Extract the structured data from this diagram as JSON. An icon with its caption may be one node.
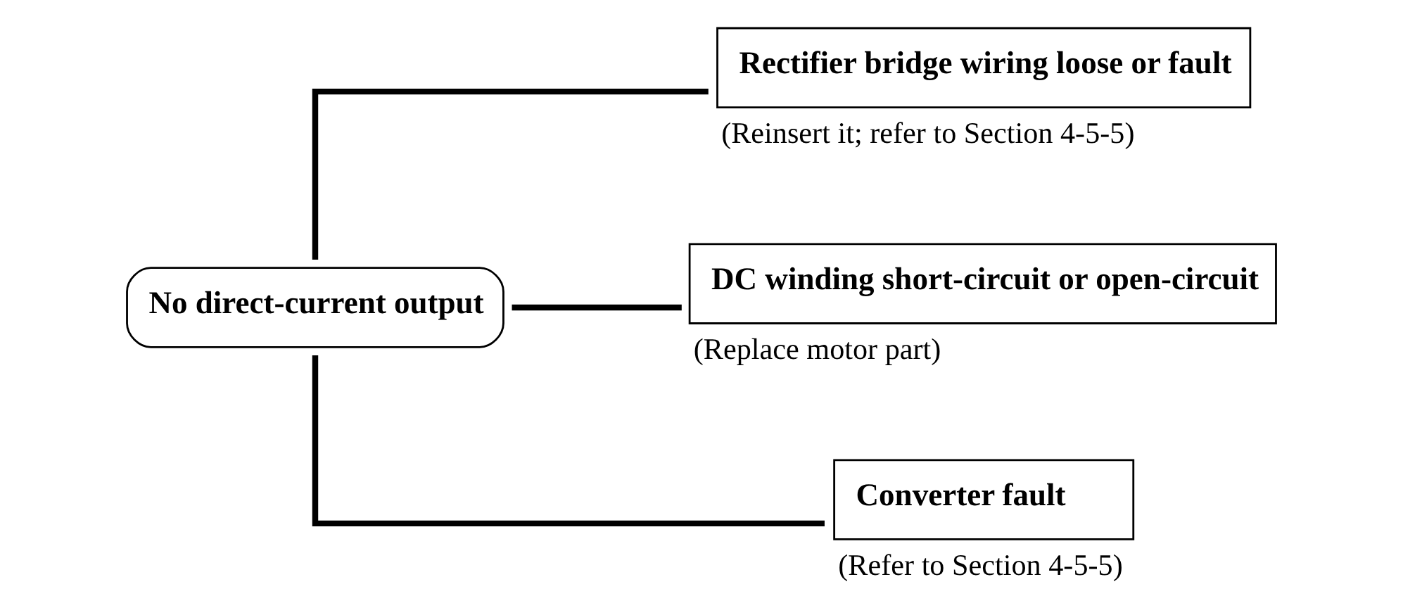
{
  "diagram": {
    "nodes": [
      {
        "text": [
          "No direct-current output"
        ]
      },
      {
        "text": [
          "Rectifier bridge wiring loose or fault"
        ],
        "beside": [
          "(Reinsert it; refer to Section 4-5-5)"
        ]
      },
      {
        "text": [
          "DC winding short-circuit or open-circuit"
        ],
        "beside": [
          "(Replace motor part)"
        ]
      },
      {
        "text": [
          "Converter fault"
        ],
        "beside": [
          "(Refer to Section 4-5-5)"
        ]
      }
    ],
    "edges": [
      {
        "from": 0,
        "to": 1,
        "arrow": "none"
      },
      {
        "from": 0,
        "to": 2,
        "arrow": "none"
      },
      {
        "from": 0,
        "to": 3,
        "arrow": "none"
      }
    ]
  }
}
